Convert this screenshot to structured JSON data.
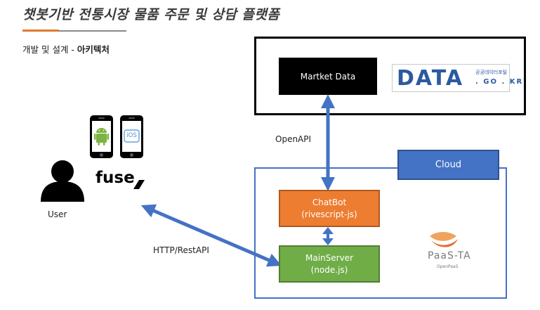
{
  "header": {
    "title": "챗봇기반 전통시장 물품 주문 및 상담 플랫폼",
    "subtitle_prefix": "개발 및 설계 - ",
    "subtitle_bold": "아키텍처"
  },
  "nodes": {
    "market_data": "Martket Data",
    "data_logo_main": "DATA",
    "data_logo_org": "공공데이터포털",
    "data_logo_domain": ". GO . KR",
    "cloud": "Cloud",
    "chatbot_title": "ChatBot",
    "chatbot_sub": "(rivescript-js)",
    "mainserver_title": "MainServer",
    "mainserver_sub": "(node.js)",
    "user": "User",
    "fuse": "fuse",
    "ios_badge": "iOS",
    "paas": "PaaS-TA",
    "openpaas": "OpenPaaS"
  },
  "edges": {
    "openapi": "OpenAPI",
    "http": "HTTP/RestAPI"
  },
  "colors": {
    "accent_blue": "#4472c4",
    "chatbot_orange": "#ed7d31",
    "mainserver_green": "#70ad47",
    "title_orange": "#e07a2c",
    "data_blue": "#2c5aa0"
  }
}
